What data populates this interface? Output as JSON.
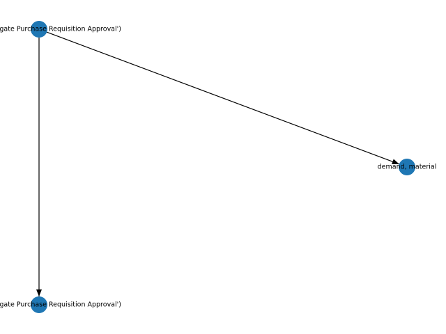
{
  "graph": {
    "node_color": "#1f77b4",
    "edge_color": "#000000",
    "nodes": [
      {
        "id": "top",
        "label": "isition', 'Delegate Purchase Requisition Approval')"
      },
      {
        "id": "right",
        "label": "demand, material"
      },
      {
        "id": "bottom",
        "label": "isition', 'Delegate Purchase Requisition Approval')"
      }
    ],
    "edges": [
      {
        "from": "top",
        "to": "right"
      },
      {
        "from": "top",
        "to": "bottom"
      }
    ]
  }
}
